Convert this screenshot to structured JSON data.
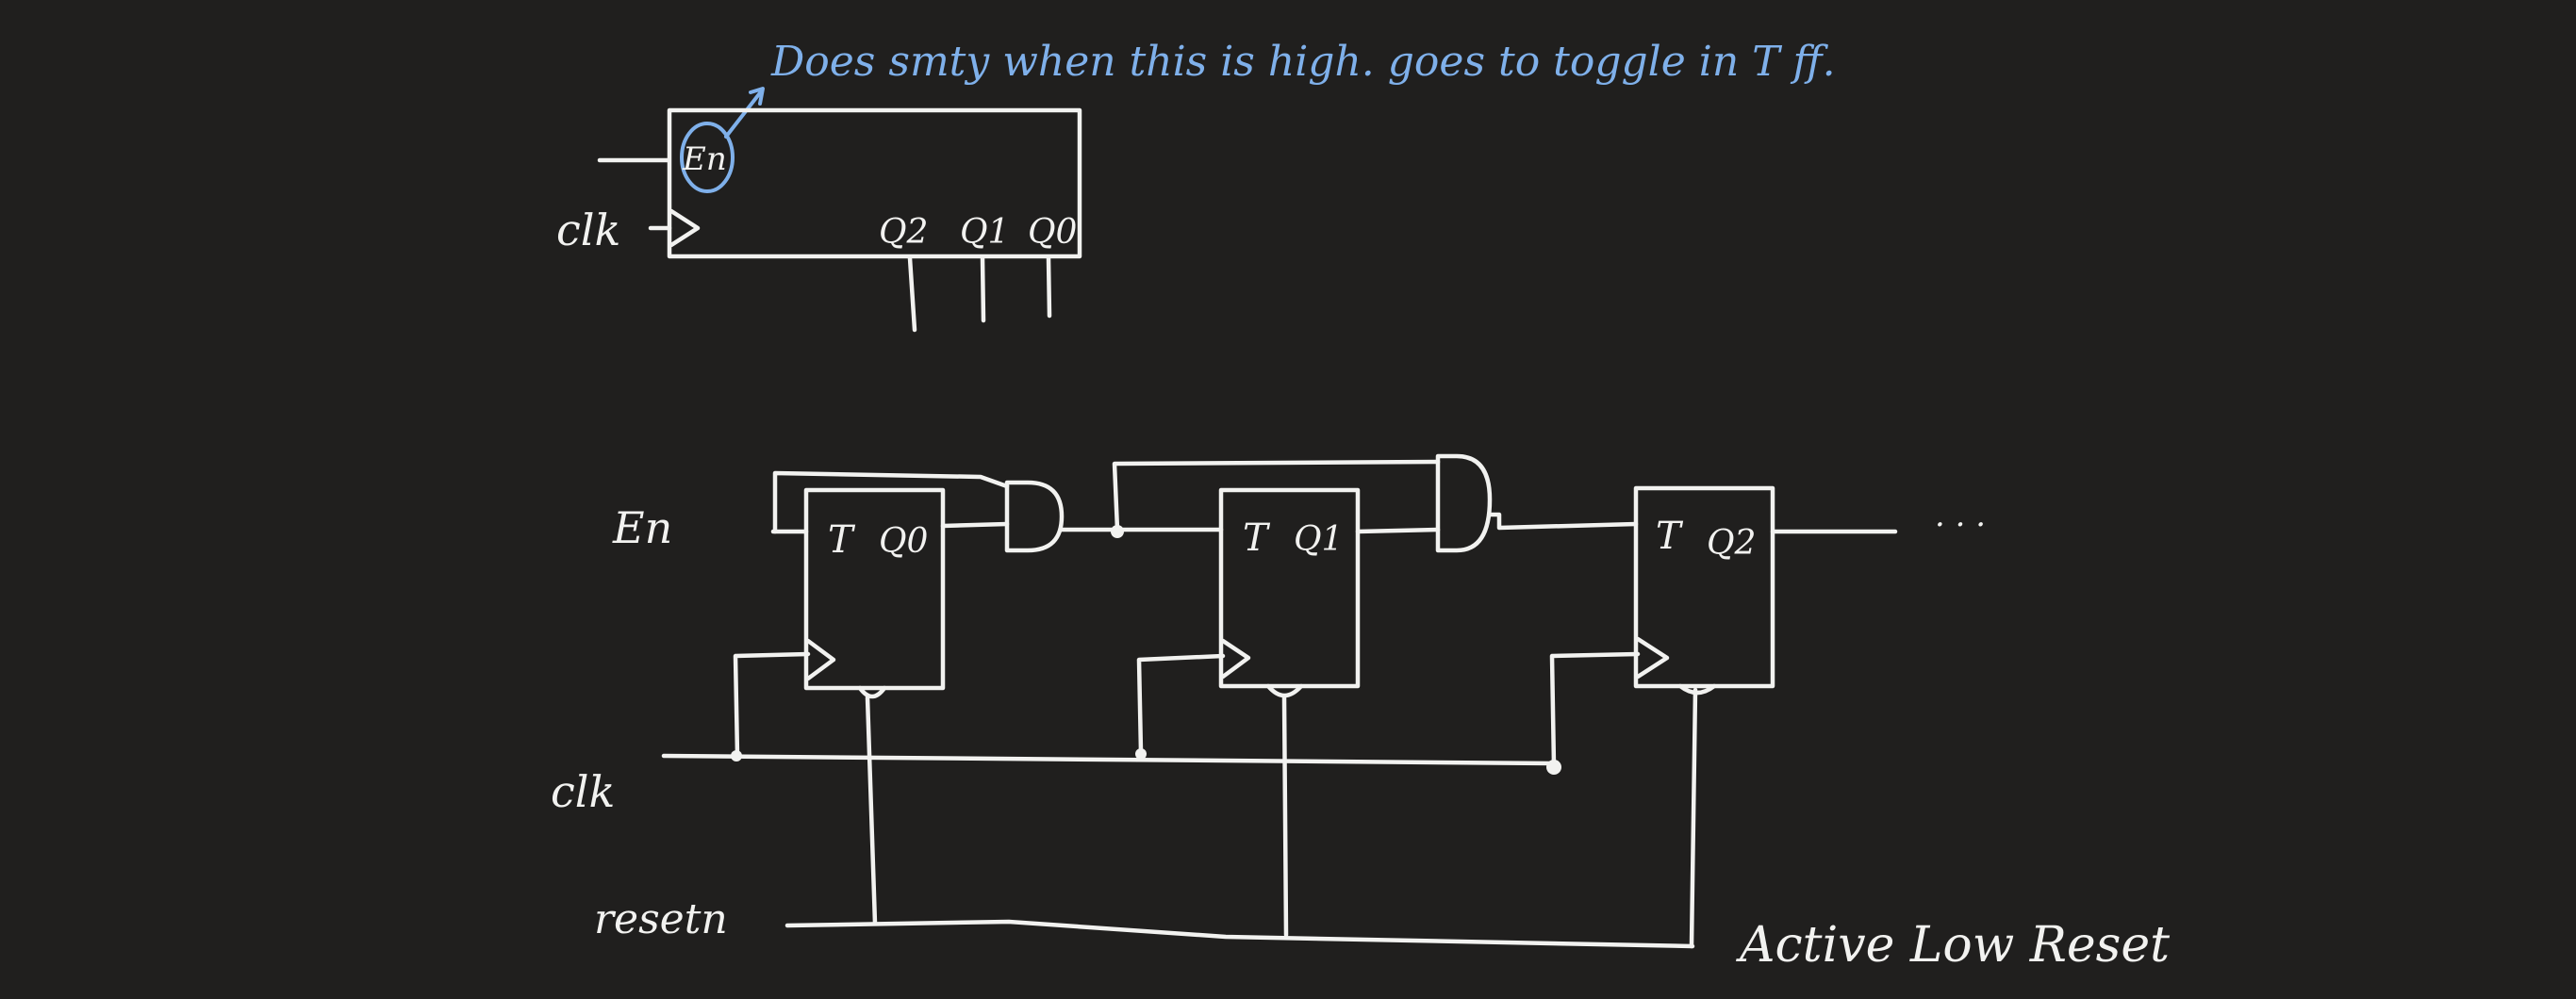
{
  "annotation": {
    "text": "Does smty when this is high. goes to toggle in T ff.",
    "color": "#7fb0ea"
  },
  "block": {
    "enable_label": "En",
    "clock_label": "clk",
    "outputs": [
      "Q2",
      "Q1",
      "Q0"
    ]
  },
  "circuit": {
    "enable_label": "En",
    "clock_label": "clk",
    "reset_label": "resetn",
    "continuation": "· · ·",
    "flip_flops": [
      {
        "input": "T",
        "output": "Q0"
      },
      {
        "input": "T",
        "output": "Q1"
      },
      {
        "input": "T",
        "output": "Q2"
      }
    ]
  },
  "reset_note": "Active Low Reset",
  "colors": {
    "background": "#201f1e",
    "ink": "#f2f2f0",
    "annotation": "#7fb0ea"
  }
}
